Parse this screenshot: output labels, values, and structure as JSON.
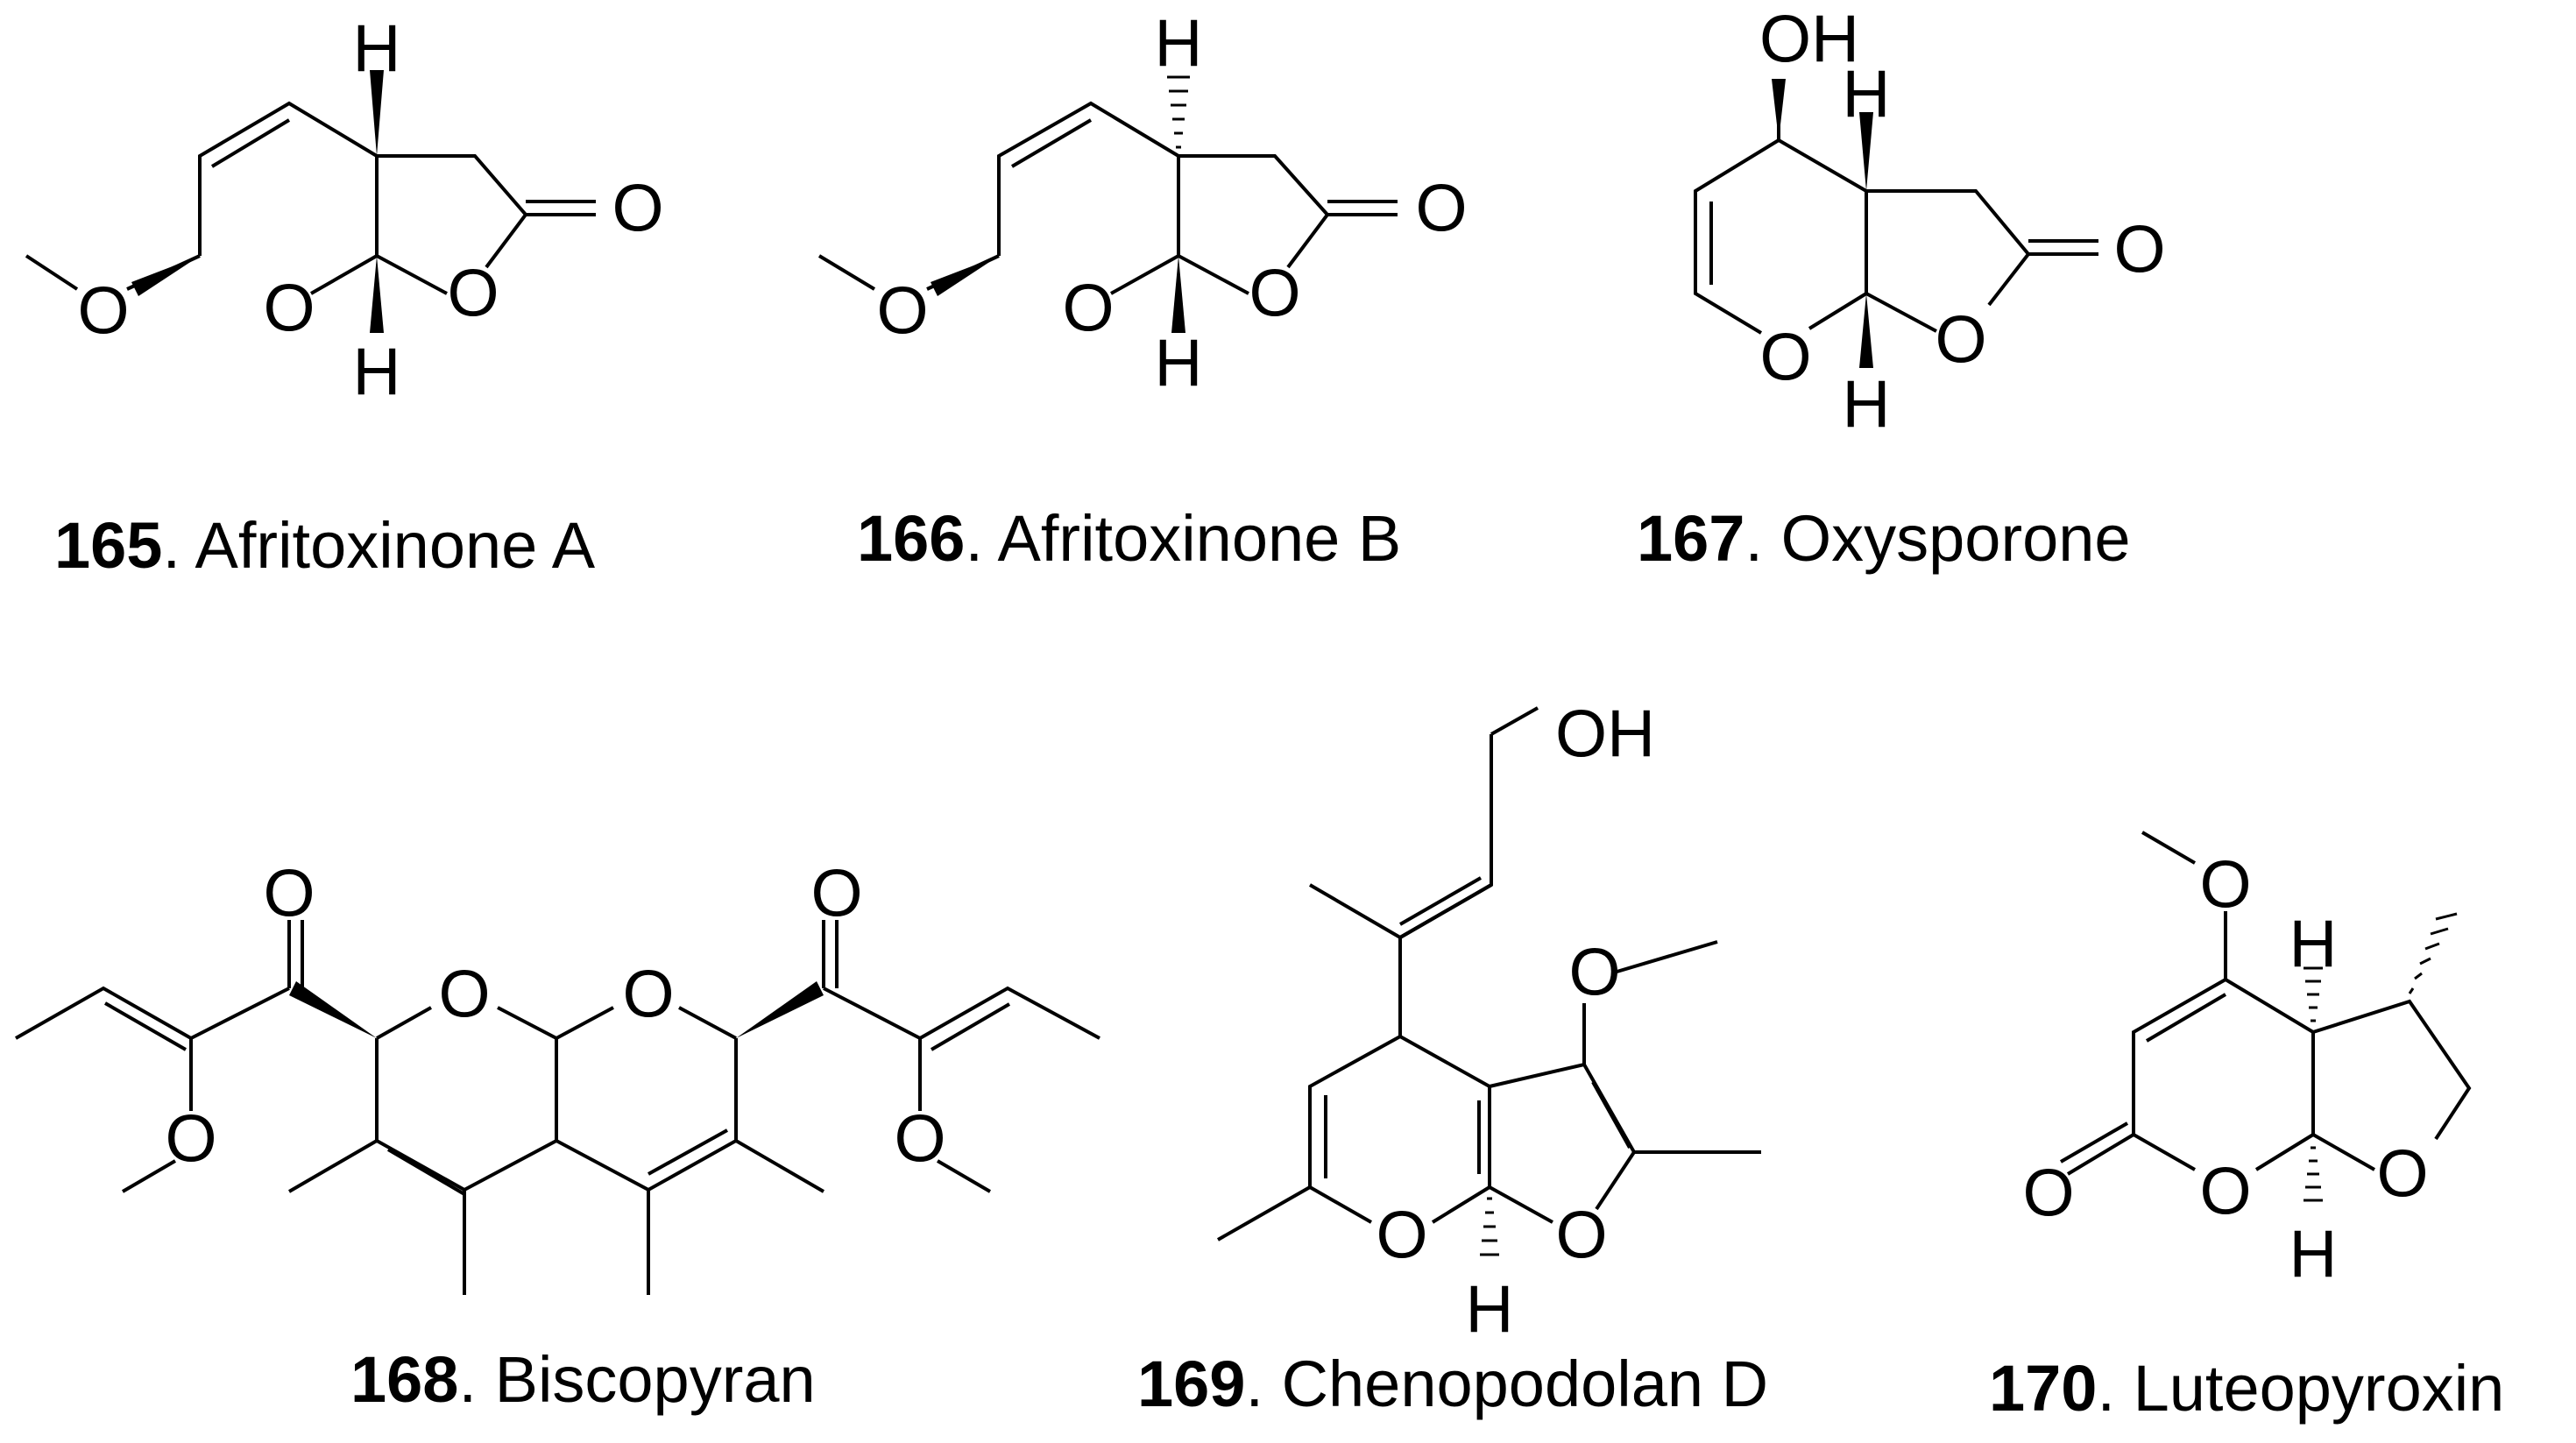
{
  "atoms": {
    "O": "O",
    "H": "H",
    "OH": "OH"
  },
  "compounds": [
    {
      "number": "165",
      "name": ". Afritoxinone A"
    },
    {
      "number": "166",
      "name": ". Afritoxinone B"
    },
    {
      "number": "167",
      "name": ". Oxysporone"
    },
    {
      "number": "168",
      "name": ". Biscopyran"
    },
    {
      "number": "169",
      "name": ". Chenopodolan D"
    },
    {
      "number": "170",
      "name": ". Luteopyroxin"
    }
  ]
}
